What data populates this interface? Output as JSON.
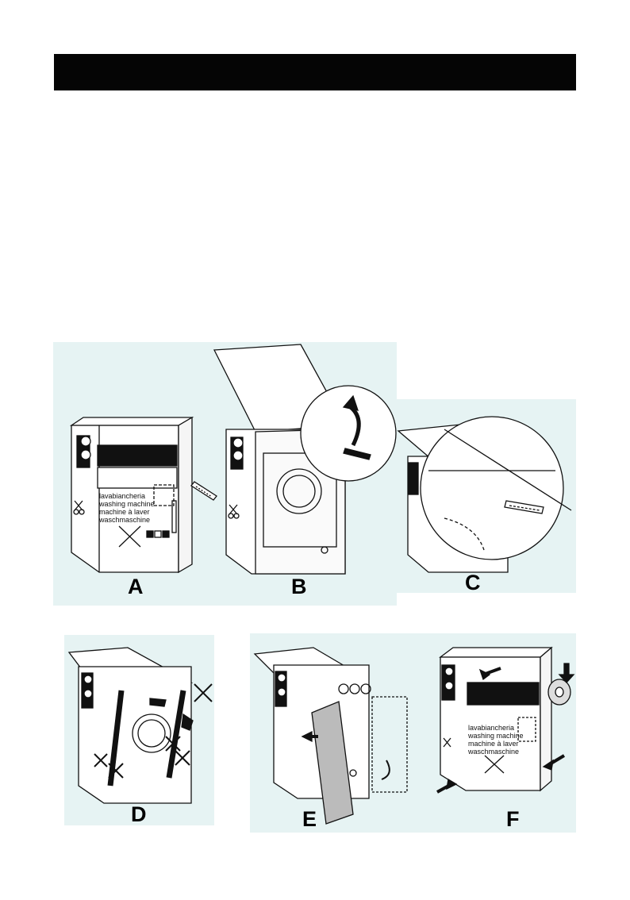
{
  "colors": {
    "panel_background": "#e6f3f3",
    "header_bar": "#050505",
    "line": "#111111"
  },
  "box_print": {
    "lines": [
      "lavabiancheria",
      "washing machine",
      "machine à laver",
      "waschmaschine"
    ]
  },
  "steps": [
    {
      "label": "A"
    },
    {
      "label": "B"
    },
    {
      "label": "C"
    },
    {
      "label": "D"
    },
    {
      "label": "E"
    },
    {
      "label": "F"
    }
  ],
  "icons": [
    "scissors-icon",
    "cross-out-icon",
    "arrow-icon",
    "tape-roll-icon",
    "curved-arrow-icon"
  ]
}
